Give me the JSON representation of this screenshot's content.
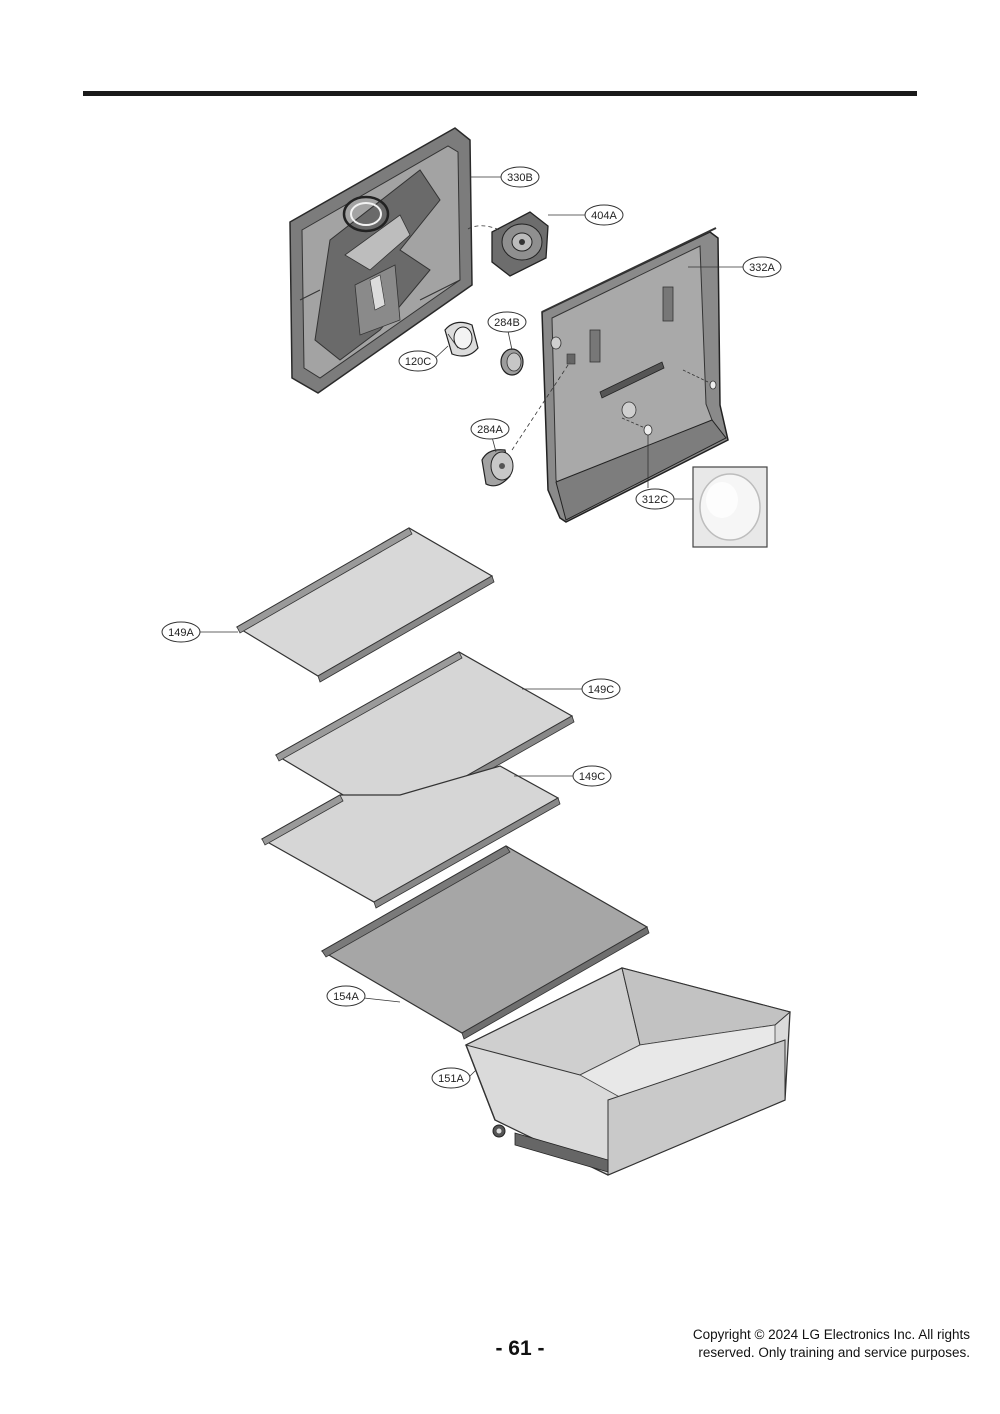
{
  "footer": {
    "page_number": "- 61 -",
    "copyright_line1": "Copyright © 2024 LG Electronics Inc. All rights",
    "copyright_line2": "reserved. Only training and service purposes."
  },
  "callouts": {
    "c330B": "330B",
    "c404A": "404A",
    "c332A": "332A",
    "c284B": "284B",
    "c120C": "120C",
    "c284A": "284A",
    "c312C": "312C",
    "c149A": "149A",
    "c149C_upper": "149C",
    "c149C_lower": "149C",
    "c154A": "154A",
    "c151A": "151A"
  },
  "colors": {
    "rule": "#1a1a1a",
    "part_dark": "#6e6e6e",
    "part_mid": "#9a9a9a",
    "glass_light": "#d6d6d6",
    "glass_dark": "#a6a6a6",
    "drawer": "#d9d9d9"
  }
}
